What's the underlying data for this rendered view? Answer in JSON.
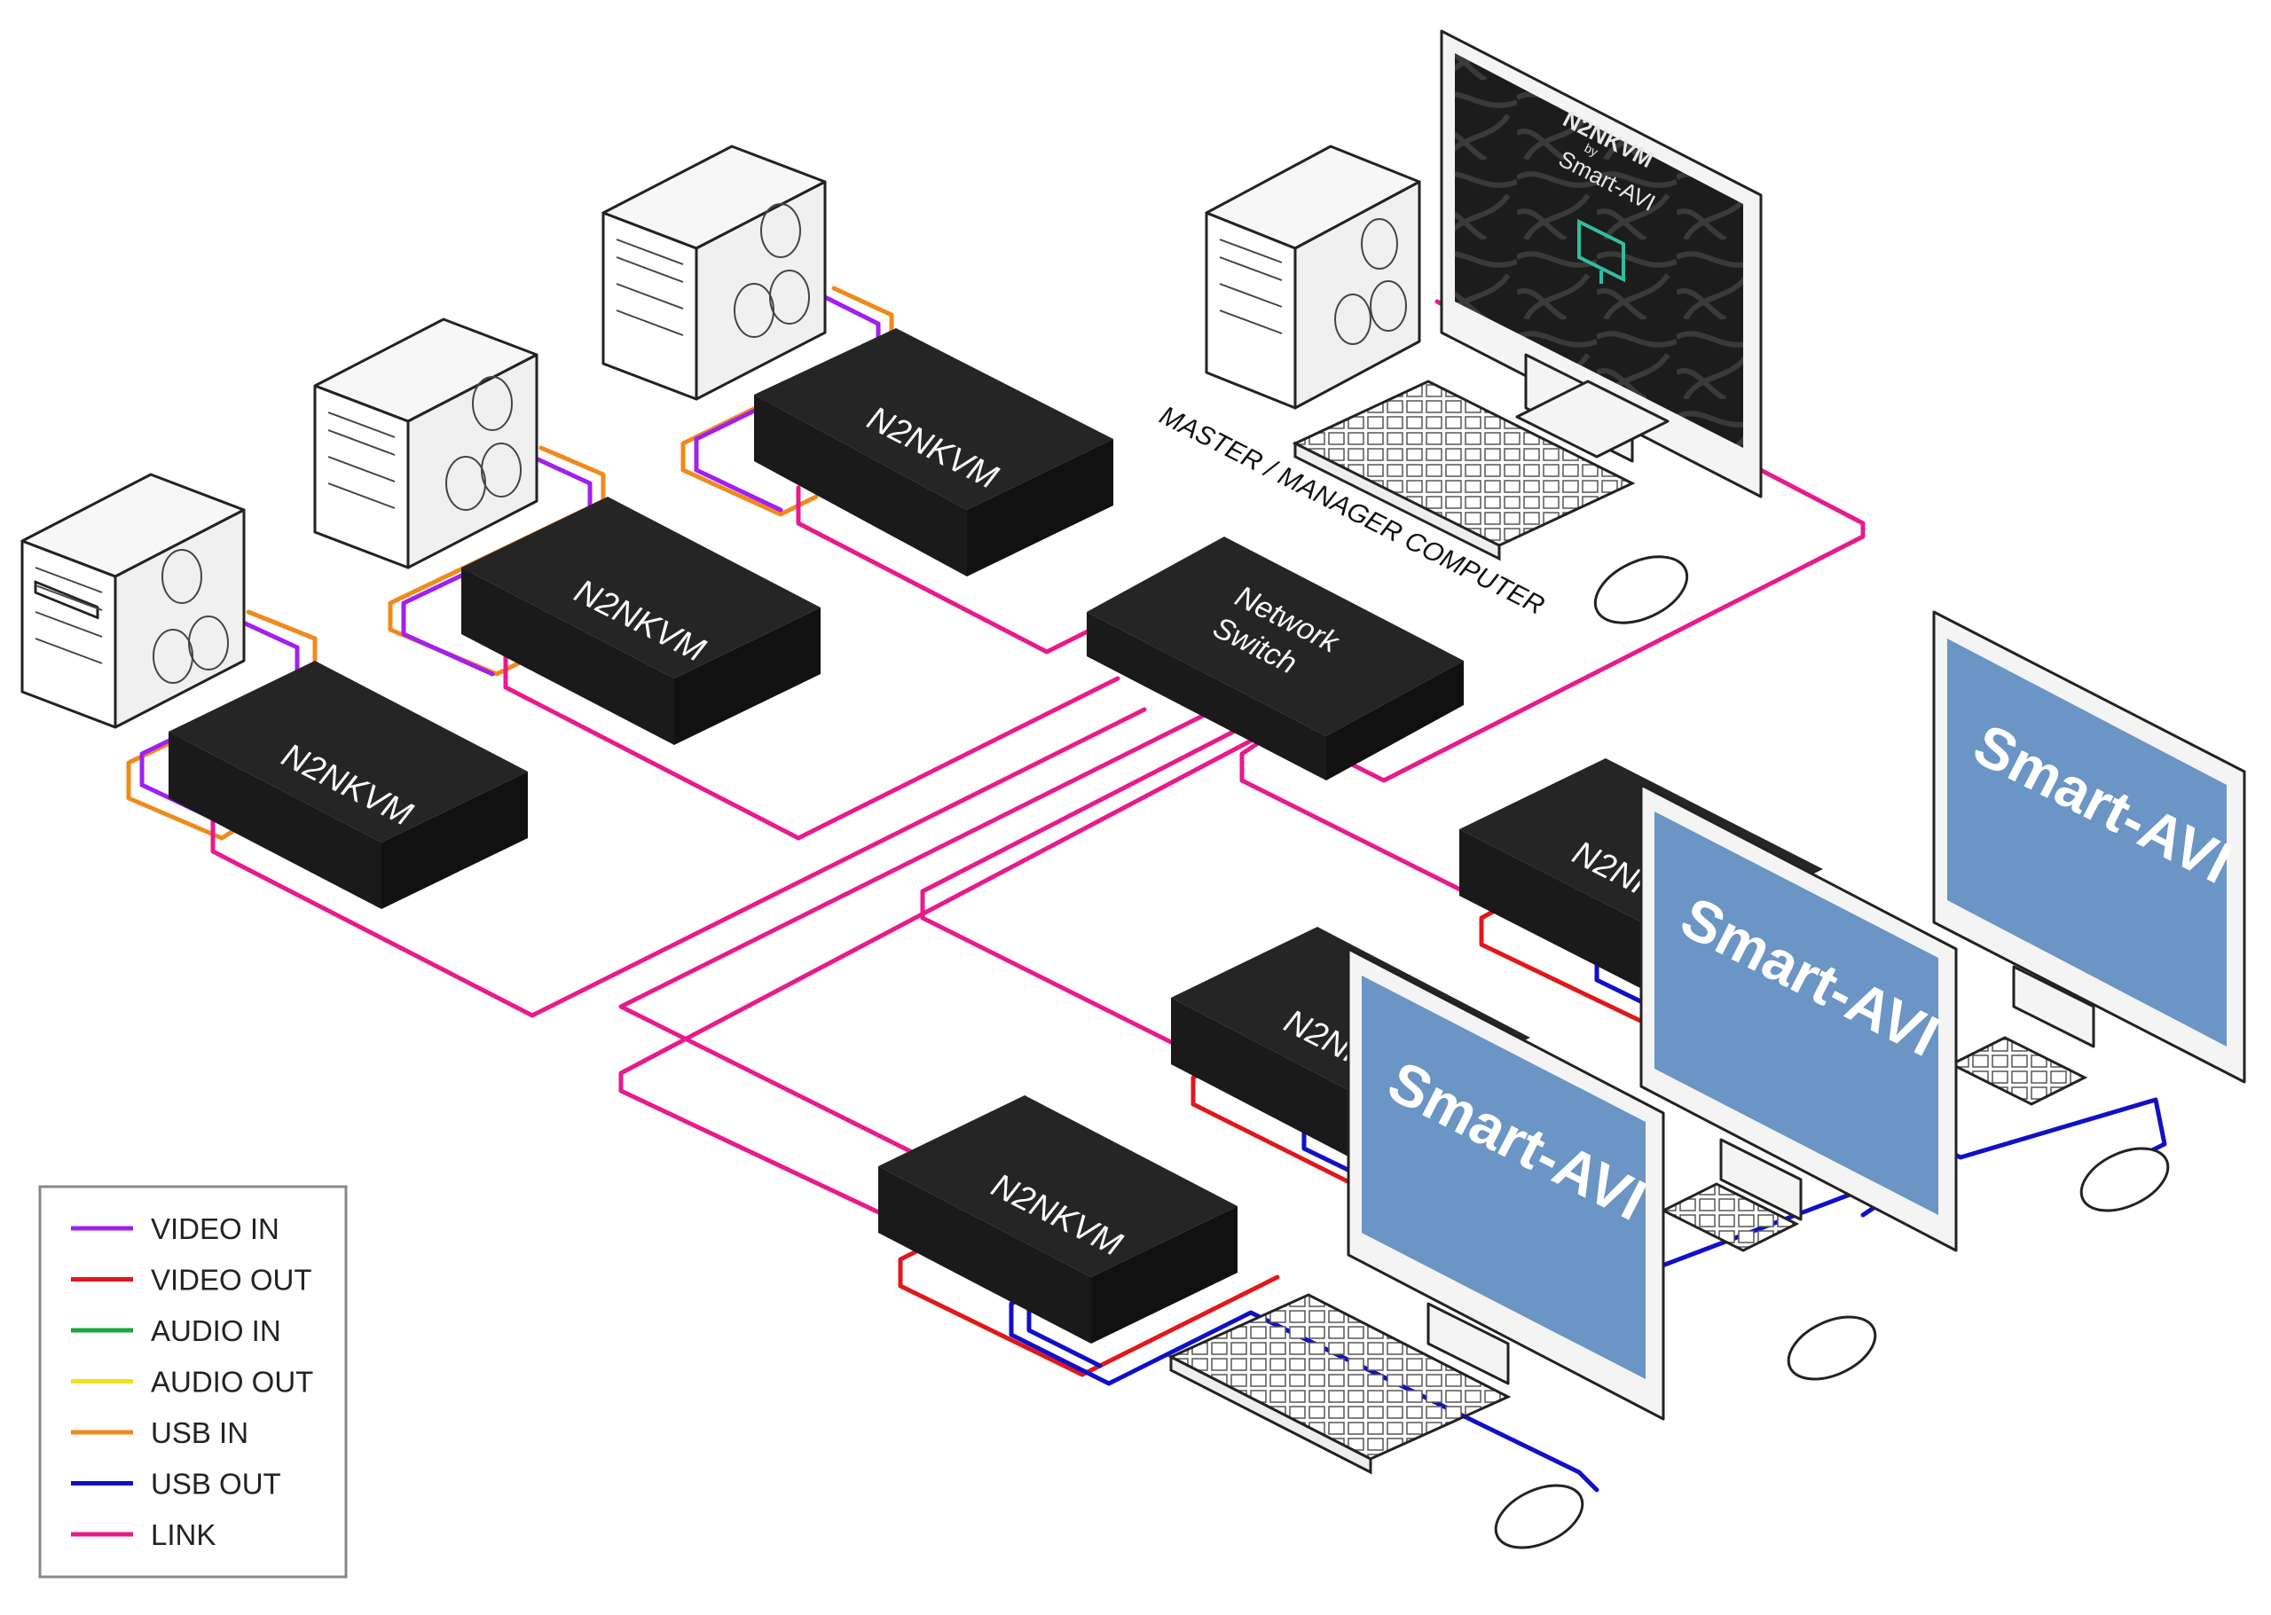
{
  "devices": {
    "unit_label": "N2NKVM",
    "switch_line1": "Network",
    "switch_line2": "Switch",
    "manager_caption": "MASTER / MANAGER COMPUTER",
    "screen_brand": "Smart-AVI",
    "manager_screen_title": "N2NKVM",
    "manager_screen_by": "by",
    "manager_screen_brand": "Smart-AVI"
  },
  "legend": {
    "items": [
      {
        "label": "VIDEO IN",
        "color": "#a020f0"
      },
      {
        "label": "VIDEO OUT",
        "color": "#e0181c"
      },
      {
        "label": "AUDIO IN",
        "color": "#1aa83a"
      },
      {
        "label": "AUDIO OUT",
        "color": "#f2e01c"
      },
      {
        "label": "USB IN",
        "color": "#f08a1c"
      },
      {
        "label": "USB OUT",
        "color": "#1010c8"
      },
      {
        "label": "LINK",
        "color": "#e81a8c"
      }
    ]
  },
  "colors": {
    "video_in": "#a020f0",
    "video_out": "#e0181c",
    "usb_in": "#f08a1c",
    "usb_out": "#1010c8",
    "link": "#e81a8c",
    "device_body": "#252525",
    "screen_blue": "#6a95c4"
  }
}
